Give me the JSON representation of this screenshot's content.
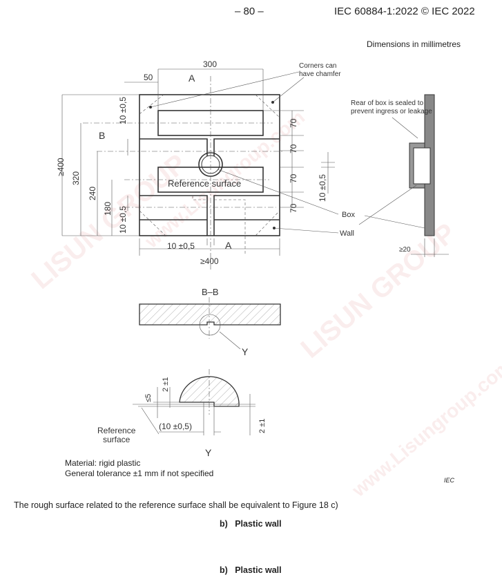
{
  "header": {
    "page_number": "– 80 –",
    "standard": "IEC 60884-1:2022 © IEC 2022"
  },
  "dimensions_note": "Dimensions in millimetres",
  "front_view": {
    "dim_300": "300",
    "dim_50": "50",
    "section_a": "A",
    "section_b": "B",
    "dim_10_top": "10 ±0,5",
    "dim_400_h": "≥400",
    "dim_320": "320",
    "dim_240": "240",
    "dim_180": "180",
    "dim_10_left": "10 ±0,5",
    "dim_70": "70",
    "dim_10_right": "10 ±0,5",
    "dim_10_bottom": "10 ±0,5",
    "dim_400_w": "≥400",
    "reference_surface": "Reference surface",
    "corners": "Corners can",
    "chamfer": "have chamfer",
    "box": "Box",
    "wall": "Wall"
  },
  "side_view": {
    "rear_line1": "Rear of box is sealed to",
    "rear_line2": "prevent ingress or leakage",
    "dim_20": "≥20"
  },
  "section_bb": {
    "title": "B–B",
    "detail": "Y"
  },
  "detail_y": {
    "dim_5": "≤5",
    "dim_2_top": "2 ±1",
    "dim_2_right": "2 ±1",
    "dim_10": "(10 ±0,5)",
    "ref_line1": "Reference",
    "ref_line2": "surface",
    "title": "Y"
  },
  "notes": {
    "material": "Material: rigid plastic",
    "tolerance": "General tolerance ±1 mm if not specified",
    "iec": "IEC"
  },
  "body_text": "The rough surface related to the reference surface shall be equivalent to Figure 18 c)",
  "caption": "b)   Plastic wall",
  "caption_repeat": "b)   Plastic wall",
  "watermark": [
    "LISUN GROUP",
    "www.Lisungroup.com"
  ]
}
